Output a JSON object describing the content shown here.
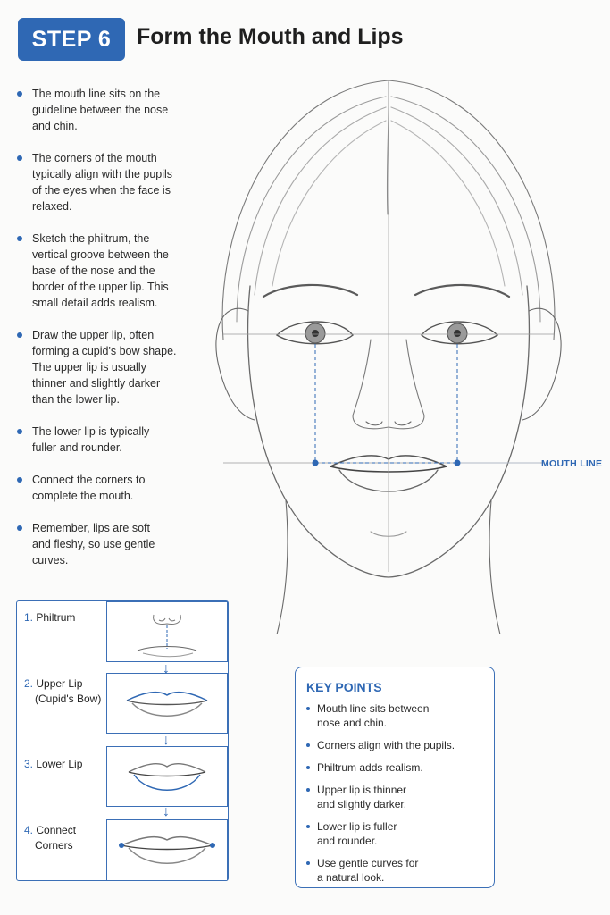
{
  "header": {
    "step_label": "STEP 6",
    "title": "Form the Mouth and Lips"
  },
  "bullets": [
    "The mouth line sits on the guideline between the nose and chin.",
    "The corners of the mouth typically align with the pupils of the eyes when the face is relaxed.",
    "Sketch the philtrum, the vertical groove between the base of the nose and the border of the upper lip. This small detail adds realism.",
    "Draw the upper lip, often forming a cupid's bow shape. The upper lip is usually thinner and slightly darker than the lower lip.",
    "The lower lip is typically fuller and rounder.",
    "Connect the corners to complete the mouth.",
    "Remember, lips are soft and fleshy, so use gentle curves."
  ],
  "illustration": {
    "mouth_line_label": "MOUTH LINE"
  },
  "steps": [
    {
      "num": "1.",
      "label": "Philtrum",
      "label2": ""
    },
    {
      "num": "2.",
      "label": "Upper Lip",
      "label2": "(Cupid's Bow)"
    },
    {
      "num": "3.",
      "label": "Lower Lip",
      "label2": ""
    },
    {
      "num": "4.",
      "label": "Connect",
      "label2": "Corners"
    }
  ],
  "key_points": {
    "title": "KEY POINTS",
    "items": [
      "Mouth line sits between nose and chin.",
      "Corners align with the pupils.",
      "Philtrum adds realism.",
      "Upper lip is thinner and slightly darker.",
      "Lower lip is fuller and rounder.",
      "Use gentle curves for a natural look."
    ]
  },
  "colors": {
    "accent": "#2f68b4",
    "pencil": "#555555"
  }
}
